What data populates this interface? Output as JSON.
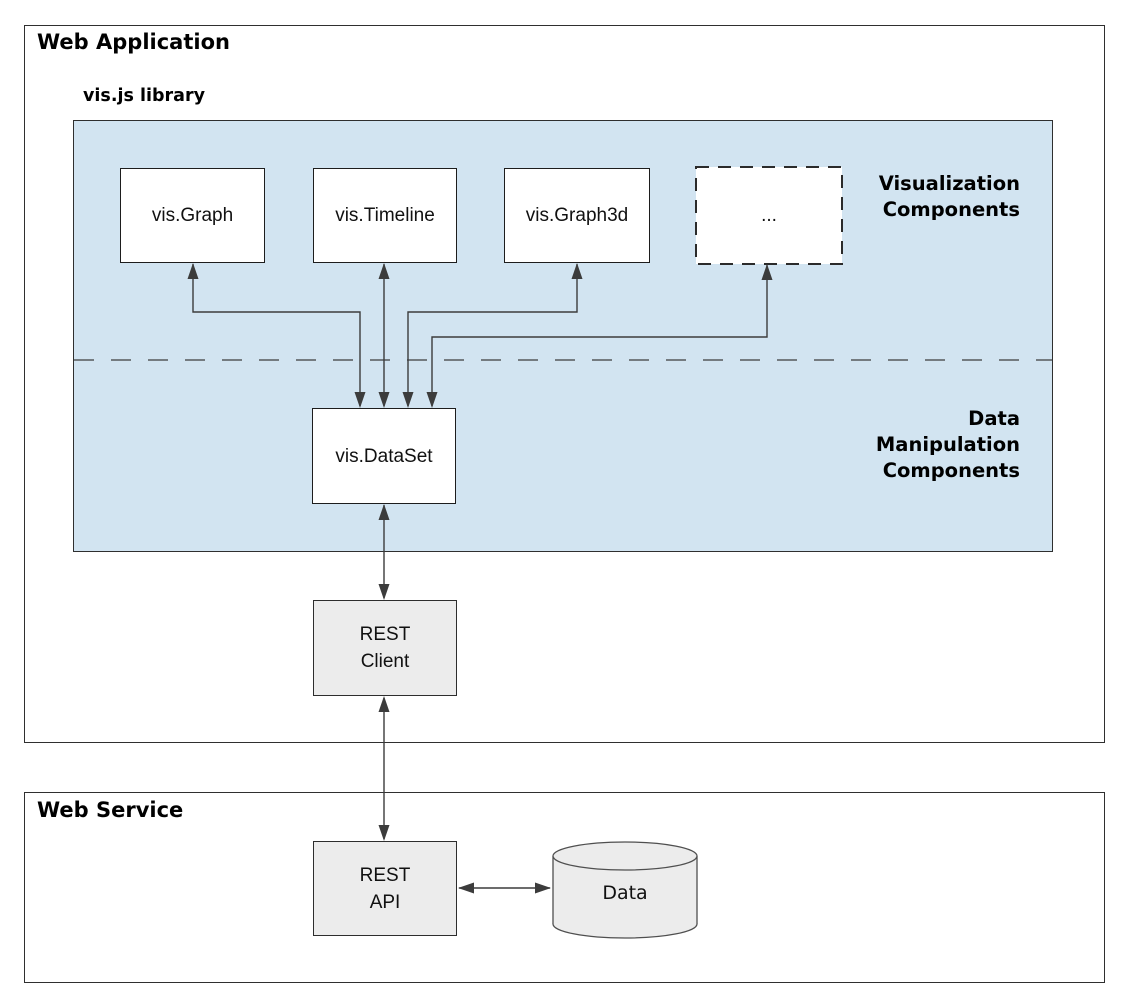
{
  "colors": {
    "library_fill": "#d2e4f1",
    "service_fill": "#ececec",
    "frame_border": "#2f2f2f",
    "line": "#3c3c3c"
  },
  "web_application": {
    "title": "Web Application",
    "library": {
      "title": "vis.js library",
      "visualization_section_label": "Visualization\nComponents",
      "data_section_label": "Data\nManipulation\nComponents",
      "components": [
        {
          "label": "vis.Graph"
        },
        {
          "label": "vis.Timeline"
        },
        {
          "label": "vis.Graph3d"
        },
        {
          "label": "..."
        }
      ],
      "dataset_label": "vis.DataSet"
    },
    "rest_client_label": "REST\nClient"
  },
  "web_service": {
    "title": "Web Service",
    "rest_api_label": "REST\nAPI",
    "data_store_label": "Data"
  }
}
